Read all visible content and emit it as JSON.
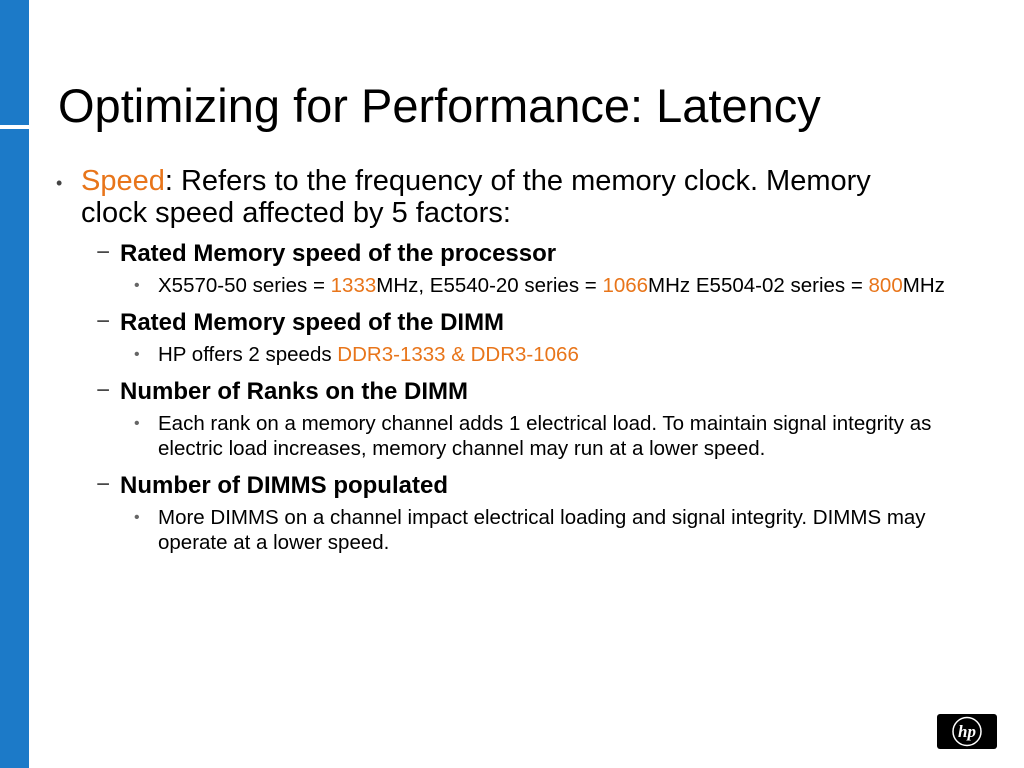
{
  "slide": {
    "title": "Optimizing for Performance: Latency",
    "bullet1": {
      "highlight": "Speed",
      "text": ": Refers to the frequency of the memory clock. Memory clock speed affected by 5 factors:"
    },
    "factors": [
      {
        "heading": "Rated Memory speed of the processor",
        "detail": {
          "part1": "X5570-50 series = ",
          "val1": "1333",
          "part2": "MHz, E5540-20 series = ",
          "val2": "1066",
          "part3": "MHz E5504-02 series = ",
          "val3": "800",
          "part4": "MHz"
        }
      },
      {
        "heading": "Rated Memory speed of the DIMM",
        "detail": {
          "part1": "HP offers 2 speeds ",
          "val1": "DDR3-1333 & DDR3-1066"
        }
      },
      {
        "heading": "Number of Ranks on the DIMM",
        "detail": {
          "text": "Each rank on a memory channel adds 1 electrical load.  To maintain signal integrity as electric load increases, memory channel may run at a lower speed."
        }
      },
      {
        "heading": "Number of DIMMS populated",
        "detail": {
          "text": "More DIMMS on a channel impact electrical loading and signal integrity.  DIMMS may operate at a lower speed."
        }
      }
    ]
  },
  "logo": {
    "icon": "hp-logo-icon",
    "text": "hp"
  },
  "colors": {
    "accent": "#e8751a",
    "bar": "#1c7ac8"
  }
}
